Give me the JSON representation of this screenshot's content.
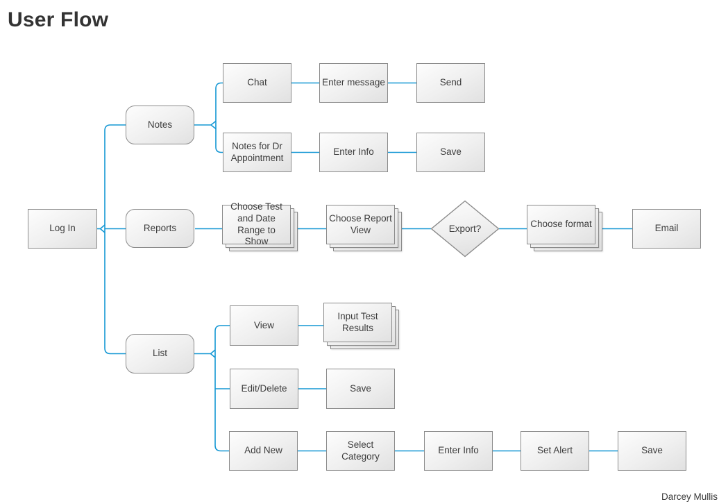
{
  "title": "User Flow",
  "credit": "Darcey Mullis",
  "colors": {
    "connector": "#1497d4",
    "box_border": "#8a8a8a",
    "text": "#3d3d3d",
    "title": "#333333"
  },
  "nodes": {
    "login": {
      "label": "Log In"
    },
    "notes": {
      "label": "Notes"
    },
    "reports": {
      "label": "Reports"
    },
    "list": {
      "label": "List"
    },
    "chat": {
      "label": "Chat"
    },
    "enter_message": {
      "label": "Enter message"
    },
    "send": {
      "label": "Send"
    },
    "notes_dr": {
      "label": "Notes for Dr Appointment"
    },
    "enter_info_notes": {
      "label": "Enter Info"
    },
    "save_notes": {
      "label": "Save"
    },
    "choose_test": {
      "label": "Choose Test and Date Range to Show"
    },
    "choose_report_view": {
      "label": "Choose Report View"
    },
    "export": {
      "label": "Export?"
    },
    "choose_format": {
      "label": "Choose format"
    },
    "email": {
      "label": "Email"
    },
    "view": {
      "label": "View"
    },
    "input_test_results": {
      "label": "Input Test Results"
    },
    "edit_delete": {
      "label": "Edit/Delete"
    },
    "save_edit": {
      "label": "Save"
    },
    "add_new": {
      "label": "Add New"
    },
    "select_category": {
      "label": "Select Category"
    },
    "enter_info_add": {
      "label": "Enter Info"
    },
    "set_alert": {
      "label": "Set Alert"
    },
    "save_add": {
      "label": "Save"
    }
  }
}
